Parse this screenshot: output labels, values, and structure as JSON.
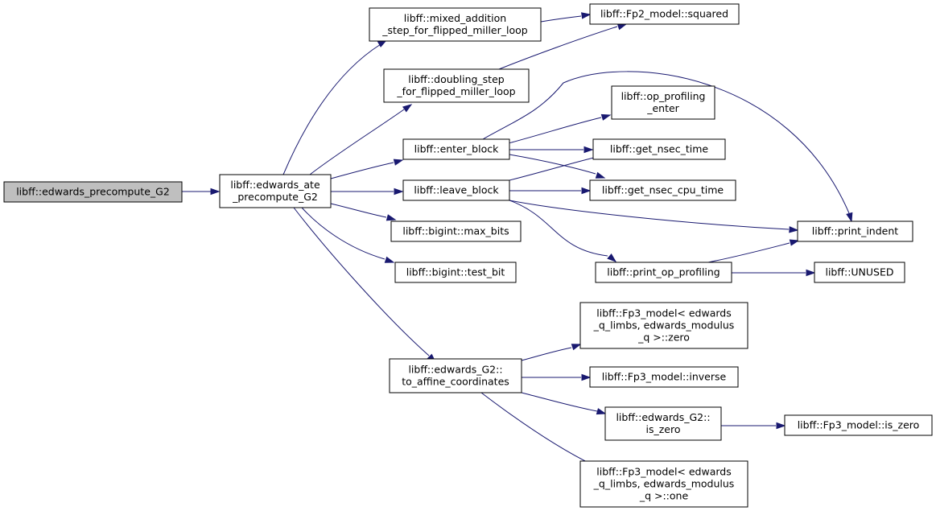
{
  "graph": {
    "edge_color": "#191970",
    "root_fill": "#bfbfbf",
    "nodes": [
      {
        "id": "precompute_g2",
        "lines": [
          "libff::edwards_precompute_G2"
        ],
        "root": true
      },
      {
        "id": "ate_precompute_g2",
        "lines": [
          "libff::edwards_ate",
          "_precompute_G2"
        ]
      },
      {
        "id": "mixed_addition",
        "lines": [
          "libff::mixed_addition",
          "_step_for_flipped_miller_loop"
        ]
      },
      {
        "id": "doubling_step",
        "lines": [
          "libff::doubling_step",
          "_for_flipped_miller_loop"
        ]
      },
      {
        "id": "fp2_squared",
        "lines": [
          "libff::Fp2_model::squared"
        ]
      },
      {
        "id": "enter_block",
        "lines": [
          "libff::enter_block"
        ]
      },
      {
        "id": "leave_block",
        "lines": [
          "libff::leave_block"
        ]
      },
      {
        "id": "max_bits",
        "lines": [
          "libff::bigint::max_bits"
        ]
      },
      {
        "id": "test_bit",
        "lines": [
          "libff::bigint::test_bit"
        ]
      },
      {
        "id": "op_profiling_enter",
        "lines": [
          "libff::op_profiling",
          "_enter"
        ]
      },
      {
        "id": "get_nsec_time",
        "lines": [
          "libff::get_nsec_time"
        ]
      },
      {
        "id": "get_nsec_cpu_time",
        "lines": [
          "libff::get_nsec_cpu_time"
        ]
      },
      {
        "id": "print_indent",
        "lines": [
          "libff::print_indent"
        ]
      },
      {
        "id": "print_op_profiling",
        "lines": [
          "libff::print_op_profiling"
        ]
      },
      {
        "id": "unused",
        "lines": [
          "libff::UNUSED"
        ]
      },
      {
        "id": "to_affine",
        "lines": [
          "libff::edwards_G2::",
          "to_affine_coordinates"
        ]
      },
      {
        "id": "fp3_zero",
        "lines": [
          "libff::Fp3_model< edwards",
          "_q_limbs, edwards_modulus",
          "_q >::zero"
        ]
      },
      {
        "id": "fp3_inverse",
        "lines": [
          "libff::Fp3_model::inverse"
        ]
      },
      {
        "id": "g2_is_zero",
        "lines": [
          "libff::edwards_G2::",
          "is_zero"
        ]
      },
      {
        "id": "fp3_is_zero",
        "lines": [
          "libff::Fp3_model::is_zero"
        ]
      },
      {
        "id": "fp3_one",
        "lines": [
          "libff::Fp3_model< edwards",
          "_q_limbs, edwards_modulus",
          "_q >::one"
        ]
      }
    ],
    "edges": [
      [
        "precompute_g2",
        "ate_precompute_g2"
      ],
      [
        "ate_precompute_g2",
        "mixed_addition"
      ],
      [
        "ate_precompute_g2",
        "doubling_step"
      ],
      [
        "ate_precompute_g2",
        "enter_block"
      ],
      [
        "ate_precompute_g2",
        "leave_block"
      ],
      [
        "ate_precompute_g2",
        "max_bits"
      ],
      [
        "ate_precompute_g2",
        "test_bit"
      ],
      [
        "ate_precompute_g2",
        "to_affine"
      ],
      [
        "mixed_addition",
        "fp2_squared"
      ],
      [
        "doubling_step",
        "fp2_squared"
      ],
      [
        "enter_block",
        "op_profiling_enter"
      ],
      [
        "enter_block",
        "get_nsec_time"
      ],
      [
        "enter_block",
        "get_nsec_cpu_time"
      ],
      [
        "enter_block",
        "print_indent"
      ],
      [
        "leave_block",
        "get_nsec_time"
      ],
      [
        "leave_block",
        "get_nsec_cpu_time"
      ],
      [
        "leave_block",
        "print_indent"
      ],
      [
        "leave_block",
        "print_op_profiling"
      ],
      [
        "print_op_profiling",
        "print_indent"
      ],
      [
        "print_op_profiling",
        "unused"
      ],
      [
        "to_affine",
        "fp3_zero"
      ],
      [
        "to_affine",
        "fp3_inverse"
      ],
      [
        "to_affine",
        "g2_is_zero"
      ],
      [
        "to_affine",
        "fp3_one"
      ],
      [
        "g2_is_zero",
        "fp3_is_zero"
      ]
    ]
  }
}
